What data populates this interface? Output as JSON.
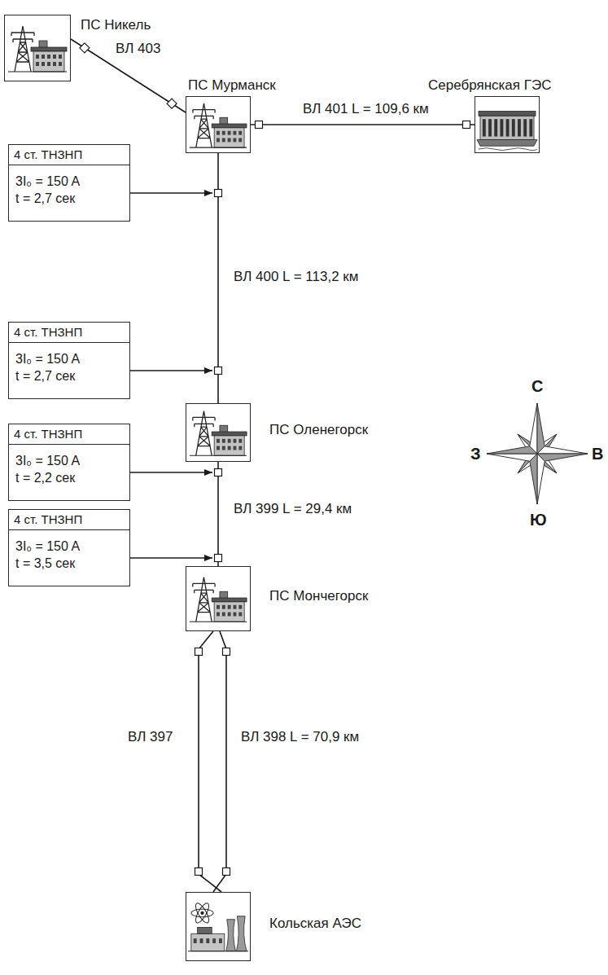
{
  "diagram": {
    "nodes": [
      {
        "text": [
          "ПС Никель"
        ]
      },
      {
        "text": [
          "ПС Мурманск"
        ]
      },
      {
        "text": [
          "Серебрянская ГЭС"
        ]
      },
      {
        "text": [
          "4 ст. ТНЗНП",
          "3I₀ = 150 A t = 2,7 сек"
        ]
      },
      {
        "text": [
          "4 ст. ТНЗНП",
          "3I₀ = 150 A t = 2,7 сек"
        ]
      },
      {
        "text": [
          "ПС Оленегорск"
        ]
      },
      {
        "text": [
          "4 ст. ТНЗНП",
          "3I₀ = 150 A t = 2,2 сек"
        ]
      },
      {
        "text": [
          "4 ст. ТНЗНП",
          "3I₀ = 150 A t = 3,5 сек"
        ]
      },
      {
        "text": [
          "ПС Мончегорск"
        ]
      },
      {
        "text": [
          "Кольская АЭС"
        ]
      }
    ],
    "edges": [
      {
        "from": 0,
        "to": 1,
        "arrow": "none",
        "label": "ВЛ 403"
      },
      {
        "from": 1,
        "to": 2,
        "arrow": "none",
        "label": "ВЛ 401 L = 109,6 км"
      },
      {
        "from": 1,
        "to": 5,
        "arrow": "none",
        "label": "ВЛ 400 L = 113,2 км"
      },
      {
        "from": 5,
        "to": 8,
        "arrow": "none",
        "label": "ВЛ 399 L = 29,4 км"
      },
      {
        "from": 8,
        "to": 9,
        "arrow": "none",
        "label": "ВЛ 397"
      },
      {
        "from": 8,
        "to": 9,
        "arrow": "none",
        "label": "ВЛ 398 L = 70,9 км"
      },
      {
        "from": 3,
        "to": 1,
        "arrow": "to"
      },
      {
        "from": 4,
        "to": 5,
        "arrow": "to"
      },
      {
        "from": 6,
        "to": 5,
        "arrow": "to"
      },
      {
        "from": 7,
        "to": 8,
        "arrow": "to"
      }
    ],
    "labels": [
      "С",
      "З",
      "В",
      "Ю"
    ]
  }
}
